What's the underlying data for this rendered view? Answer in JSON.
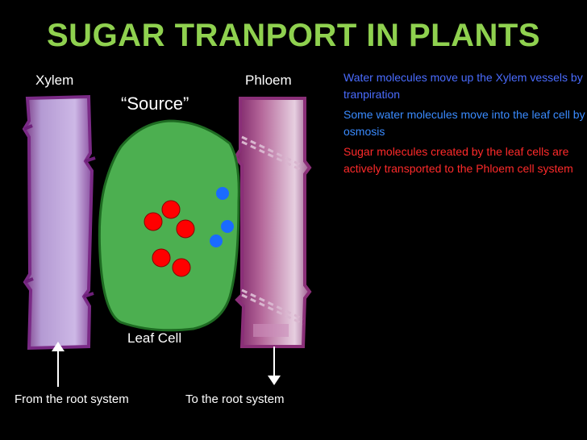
{
  "title": "SUGAR TRANPORT IN PLANTS",
  "labels": {
    "xylem": "Xylem",
    "phloem": "Phloem",
    "source": "“Source”",
    "leaf_cell": "Leaf Cell",
    "from_root": "From the root system",
    "to_root": "To the root system"
  },
  "notes": [
    {
      "text": "Water molecules move up the Xylem vessels by tranpiration",
      "color": "#4a6cff"
    },
    {
      "text": "Some water molecules move into the leaf cell by osmosis",
      "color": "#3a8bff"
    },
    {
      "text": "Sugar molecules created by the leaf cells are actively transported to the Phloem cell system",
      "color": "#ff2a2a"
    }
  ],
  "colors": {
    "title": "#8fd14f",
    "leaf_fill": "#4caf50",
    "xylem": "#b9a6d8",
    "phloem": "#a7548a",
    "sugar": "#ff0000",
    "water": "#1a6bff"
  },
  "legend_icons": {
    "sugar_molecule": "red-circle",
    "water_molecule": "blue-circle",
    "flow_arrow": "white-arrow"
  }
}
